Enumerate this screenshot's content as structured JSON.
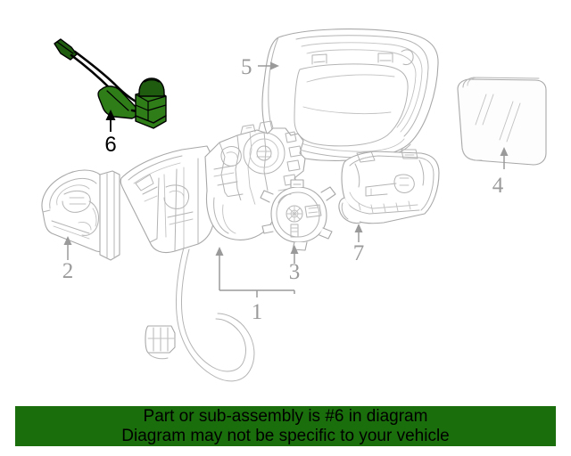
{
  "diagram": {
    "title": "Side view mirror exploded parts diagram",
    "background_color": "#ffffff",
    "line_color": "#a8a8a8",
    "highlight_color": "#2e7d18",
    "highlight_outline_color": "#000000",
    "callout_text_color": "#9a9a9a",
    "highlight_text_color": "#000000"
  },
  "callouts": [
    {
      "number": "1",
      "name": "mirror-assembly-bracket",
      "description": "Mirror actuator and frame sub-assembly (bracketed group)",
      "highlighted": false
    },
    {
      "number": "2",
      "name": "mounting-bracket-gasket",
      "description": "Mirror base mounting bracket / seal",
      "highlighted": false
    },
    {
      "number": "3",
      "name": "mirror-actuator-motor",
      "description": "Round mirror adjustment actuator motor",
      "highlighted": false
    },
    {
      "number": "4",
      "name": "mirror-glass",
      "description": "Mirror glass panel",
      "highlighted": false
    },
    {
      "number": "5",
      "name": "mirror-housing-cover",
      "description": "Outer mirror housing cap",
      "highlighted": false
    },
    {
      "number": "6",
      "name": "wiring-harness-connector",
      "description": "Wiring harness with connector (highlighted part)",
      "highlighted": true
    },
    {
      "number": "7",
      "name": "lower-mirror-trim-cover",
      "description": "Lower mirror housing trim cover",
      "highlighted": false
    }
  ],
  "notice": {
    "line1": "Part or sub-assembly is #6 in diagram",
    "line2": "Diagram may not be specific to your vehicle",
    "background_color": "#1a6e0c",
    "text_color": "#000000"
  }
}
